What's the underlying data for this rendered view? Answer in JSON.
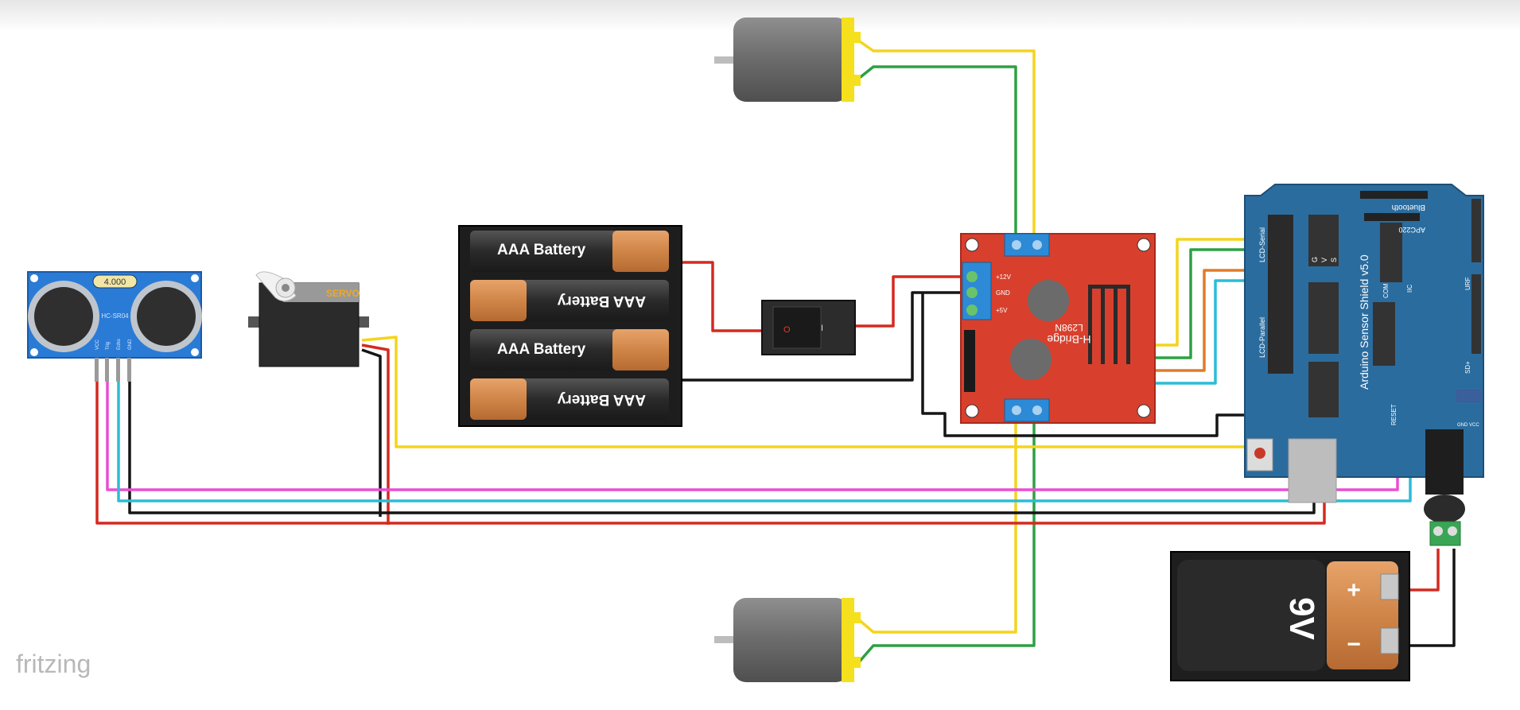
{
  "app": {
    "watermark": "fritzing"
  },
  "colors": {
    "wire_red": "#d42a20",
    "wire_black": "#151515",
    "wire_yellow": "#f4d41c",
    "wire_green": "#2ea043",
    "wire_magenta": "#e84fd2",
    "wire_cyan": "#2bbcd6",
    "wire_orange": "#e07b27",
    "hbridge_red": "#d8402d",
    "shield_blue": "#2b6c9e",
    "sensor_blue": "#2a7bd6",
    "battery_copper": "#d48a4c"
  },
  "components": {
    "ultrasonic": {
      "display": "4.000",
      "model": "HC-SR04",
      "pins": [
        "VCC",
        "Trig",
        "Echo",
        "GND"
      ]
    },
    "servo": {
      "label": "SERVO"
    },
    "battery_pack": {
      "cells": [
        "AAA Battery",
        "AAA Battery",
        "AAA Battery",
        "AAA Battery"
      ]
    },
    "switch": {
      "off_symbol": "O",
      "on_symbol": "I"
    },
    "hbridge": {
      "title": "H-Bridge",
      "model": "L298N",
      "power_pins": [
        "+12V",
        "GND",
        "+5V"
      ]
    },
    "shield": {
      "title": "Arduino Sensor Shield v5.0",
      "bluetooth": "Bluetooth",
      "apc": "APC220",
      "lcd_serial": "LCD-Serial",
      "lcd_parallel": "LCD-Parallel",
      "iic": "IIC",
      "com": "COM",
      "urf": "URF",
      "sd": "SD+",
      "reset": "RESET",
      "gvs": [
        "G",
        "V",
        "S"
      ],
      "gnd_vcc": "GND VCC"
    },
    "battery_9v": {
      "label": "9V",
      "plus": "+",
      "minus": "−"
    }
  }
}
